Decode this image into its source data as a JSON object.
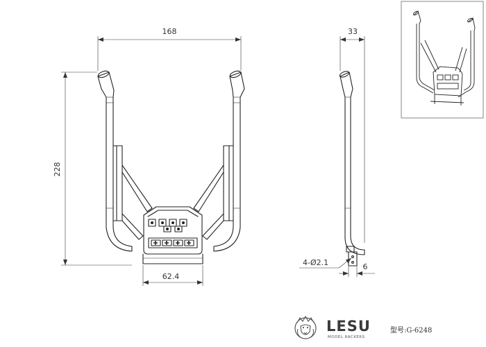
{
  "dimensions": {
    "front_width": "168",
    "front_height": "228",
    "bracket_width": "62.4",
    "side_depth": "33",
    "holes": "4-Ø2.1",
    "side_bracket": "6"
  },
  "brand": {
    "name": "LESU",
    "tagline": "MODEL RACKERS"
  },
  "model_number": "型号:G-6248",
  "icons": [
    "lion-logo-icon"
  ]
}
